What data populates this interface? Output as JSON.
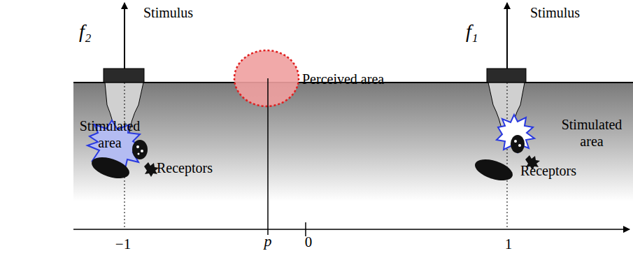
{
  "diagram": {
    "labels": [
      "Stimulus",
      "f₂",
      "Stimulated area",
      "Receptors",
      "Perceived area",
      "Stimulus",
      "f₁",
      "Stimulated area",
      "Receptors",
      "−1",
      "p",
      "0",
      "1"
    ]
  }
}
